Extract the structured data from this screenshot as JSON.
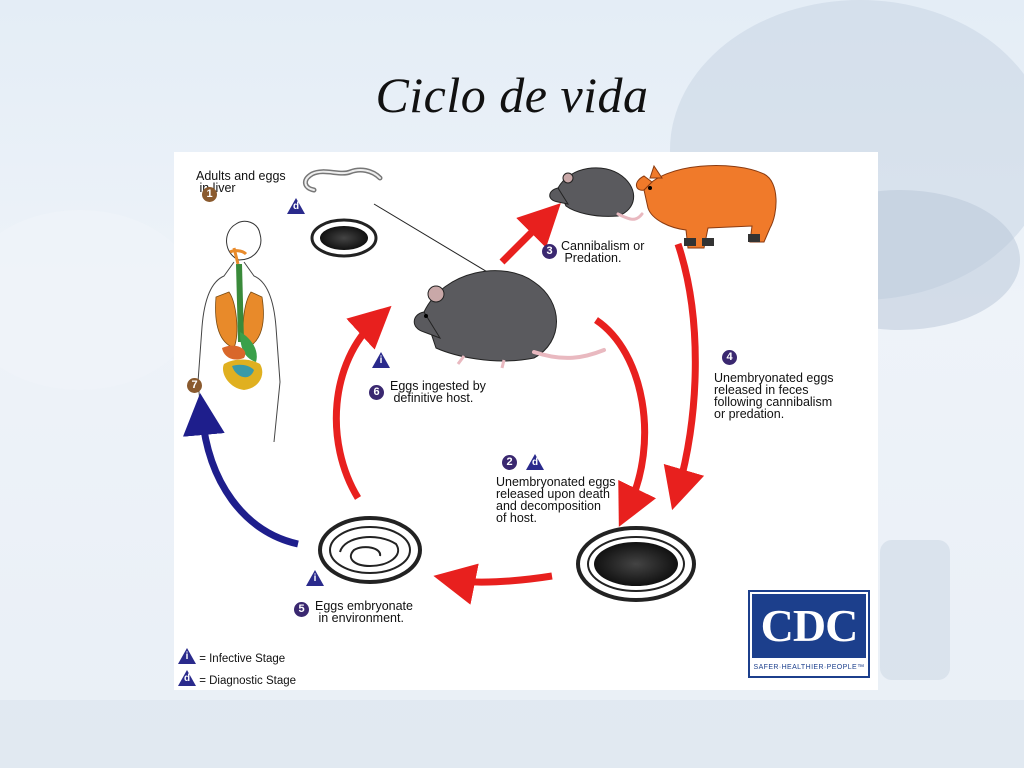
{
  "slide": {
    "title": "Ciclo de vida"
  },
  "diagram": {
    "stage1": {
      "number": "1",
      "label": "Adults and eggs\n in liver",
      "stage_type": "d"
    },
    "stage2": {
      "number": "2",
      "label": "Unembryonated eggs\nreleased upon death\nand decomposition\nof host.",
      "stage_type": "d"
    },
    "stage3": {
      "number": "3",
      "label": "Cannibalism or\n Predation."
    },
    "stage4": {
      "number": "4",
      "label": "Unembryonated eggs\nreleased in feces\nfollowing cannibalism\nor predation."
    },
    "stage5": {
      "number": "5",
      "label": "Eggs embryonate\n in environment.",
      "stage_type": "i"
    },
    "stage6": {
      "number": "6",
      "label": "Eggs ingested by\n definitive host.",
      "stage_type": "i"
    },
    "stage7": {
      "number": "7"
    },
    "legend": {
      "infective_symbol": "i",
      "infective_label": "= Infective Stage",
      "diagnostic_symbol": "d",
      "diagnostic_label": "= Diagnostic Stage"
    },
    "logo": {
      "text": "CDC",
      "tagline": "SAFER·HEALTHIER·PEOPLE™"
    },
    "colors": {
      "cycle_arrow": "#e8201e",
      "human_arrow": "#1e1e8c",
      "number_badge_brown": "#8a5a2e",
      "number_badge_purple": "#3a2870",
      "stage_triangle": "#2a2a8c",
      "cdc_blue": "#1c3f8c"
    }
  }
}
